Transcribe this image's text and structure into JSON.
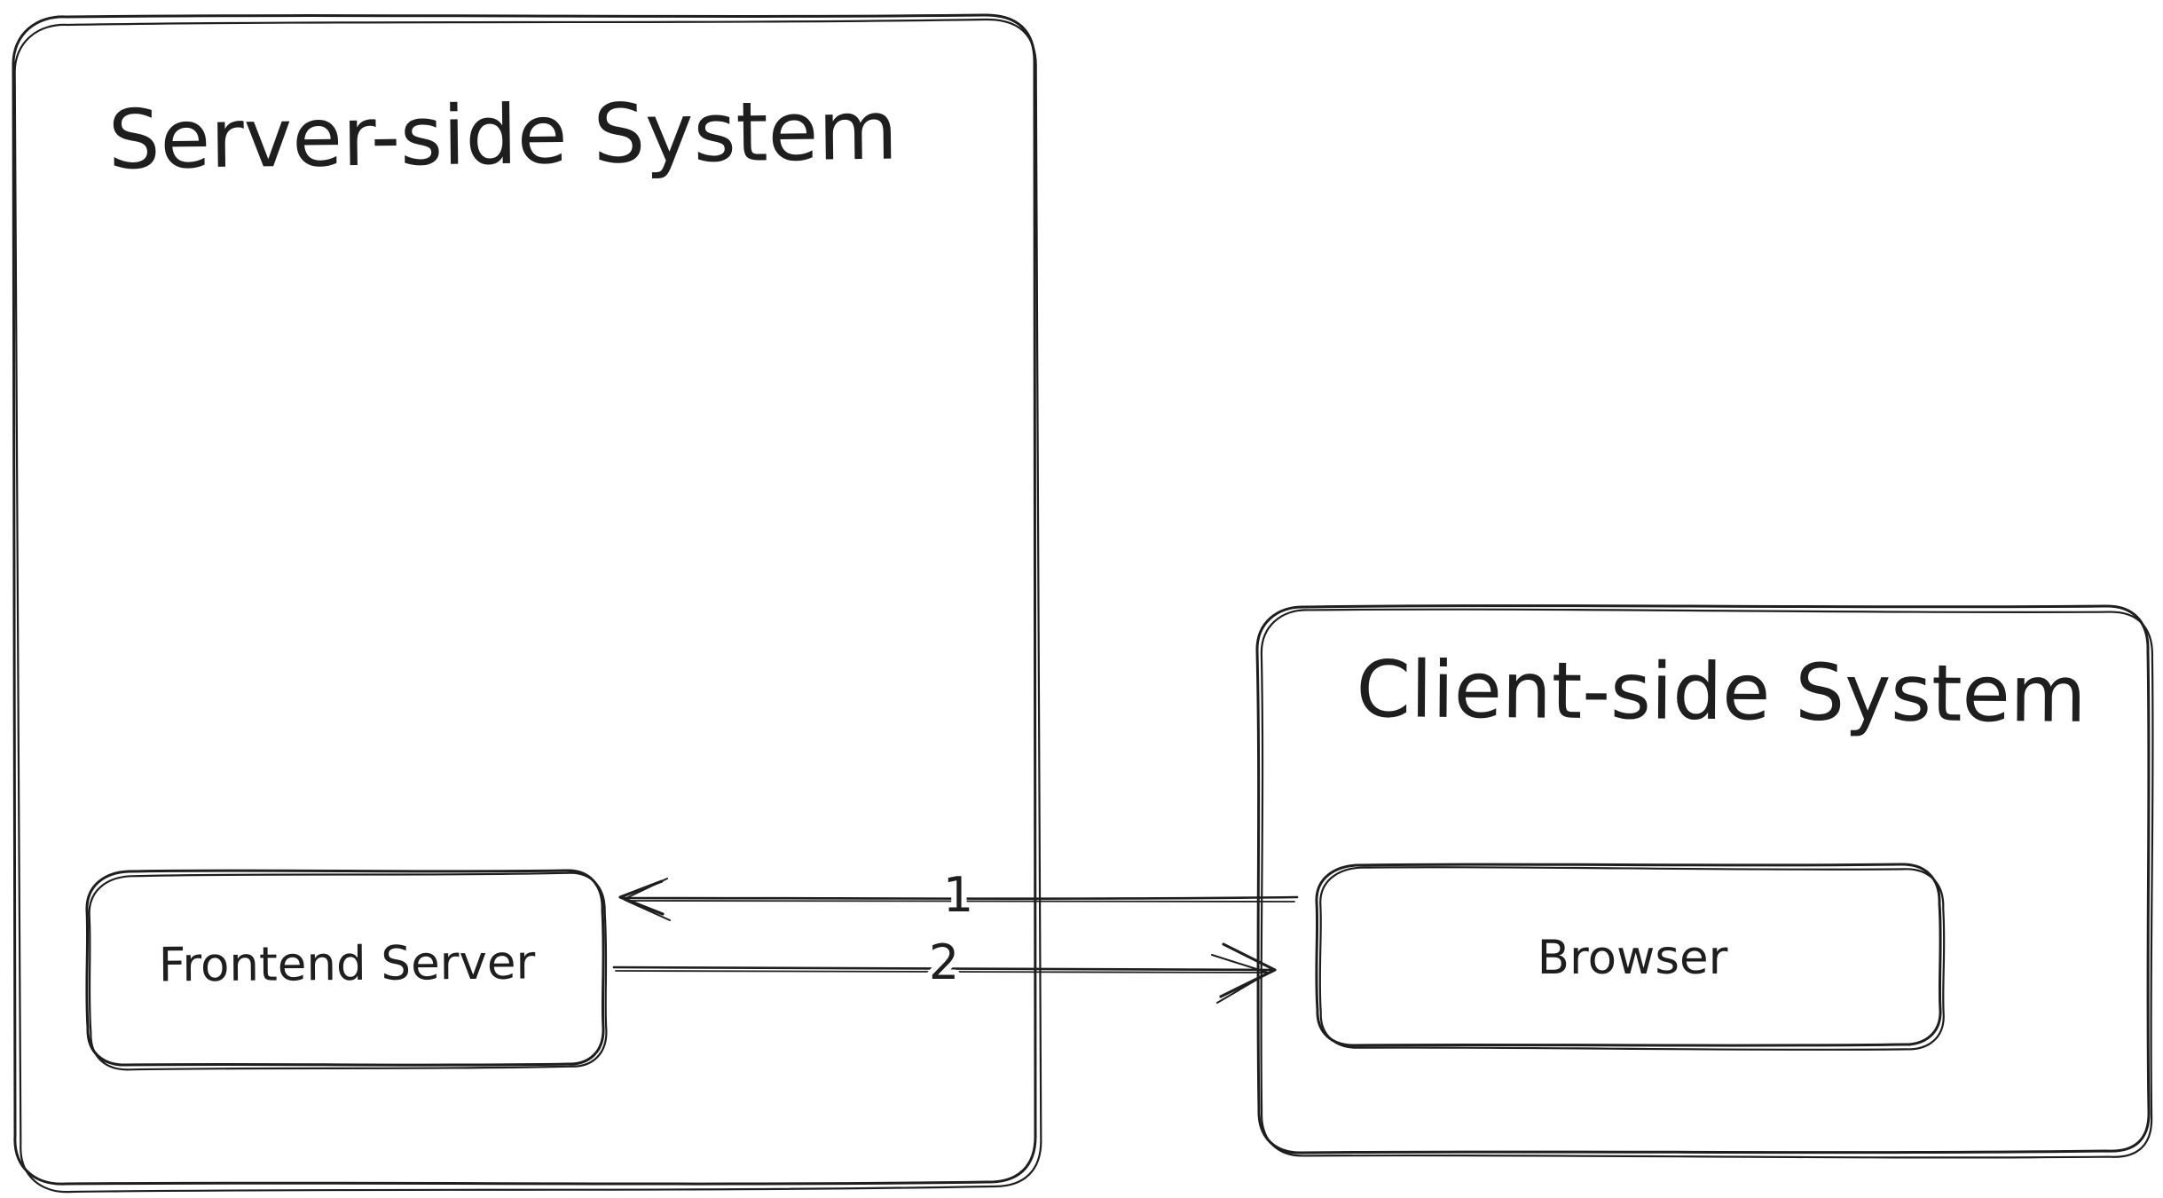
{
  "diagram": {
    "background_color": "#ffffff",
    "stroke_color": "#1e1e1e",
    "nodes": {
      "server_system": {
        "title": "Server-side System",
        "type": "container"
      },
      "client_system": {
        "title": "Client-side System",
        "type": "container"
      },
      "frontend_server": {
        "label": "Frontend Server",
        "parent": "Server-side System"
      },
      "browser": {
        "label": "Browser",
        "parent": "Client-side System"
      }
    },
    "arrows": [
      {
        "label": "1",
        "direction": "left",
        "from": "Browser",
        "to": "Frontend Server"
      },
      {
        "label": "2",
        "direction": "right",
        "from": "Frontend Server",
        "to": "Browser"
      }
    ]
  }
}
